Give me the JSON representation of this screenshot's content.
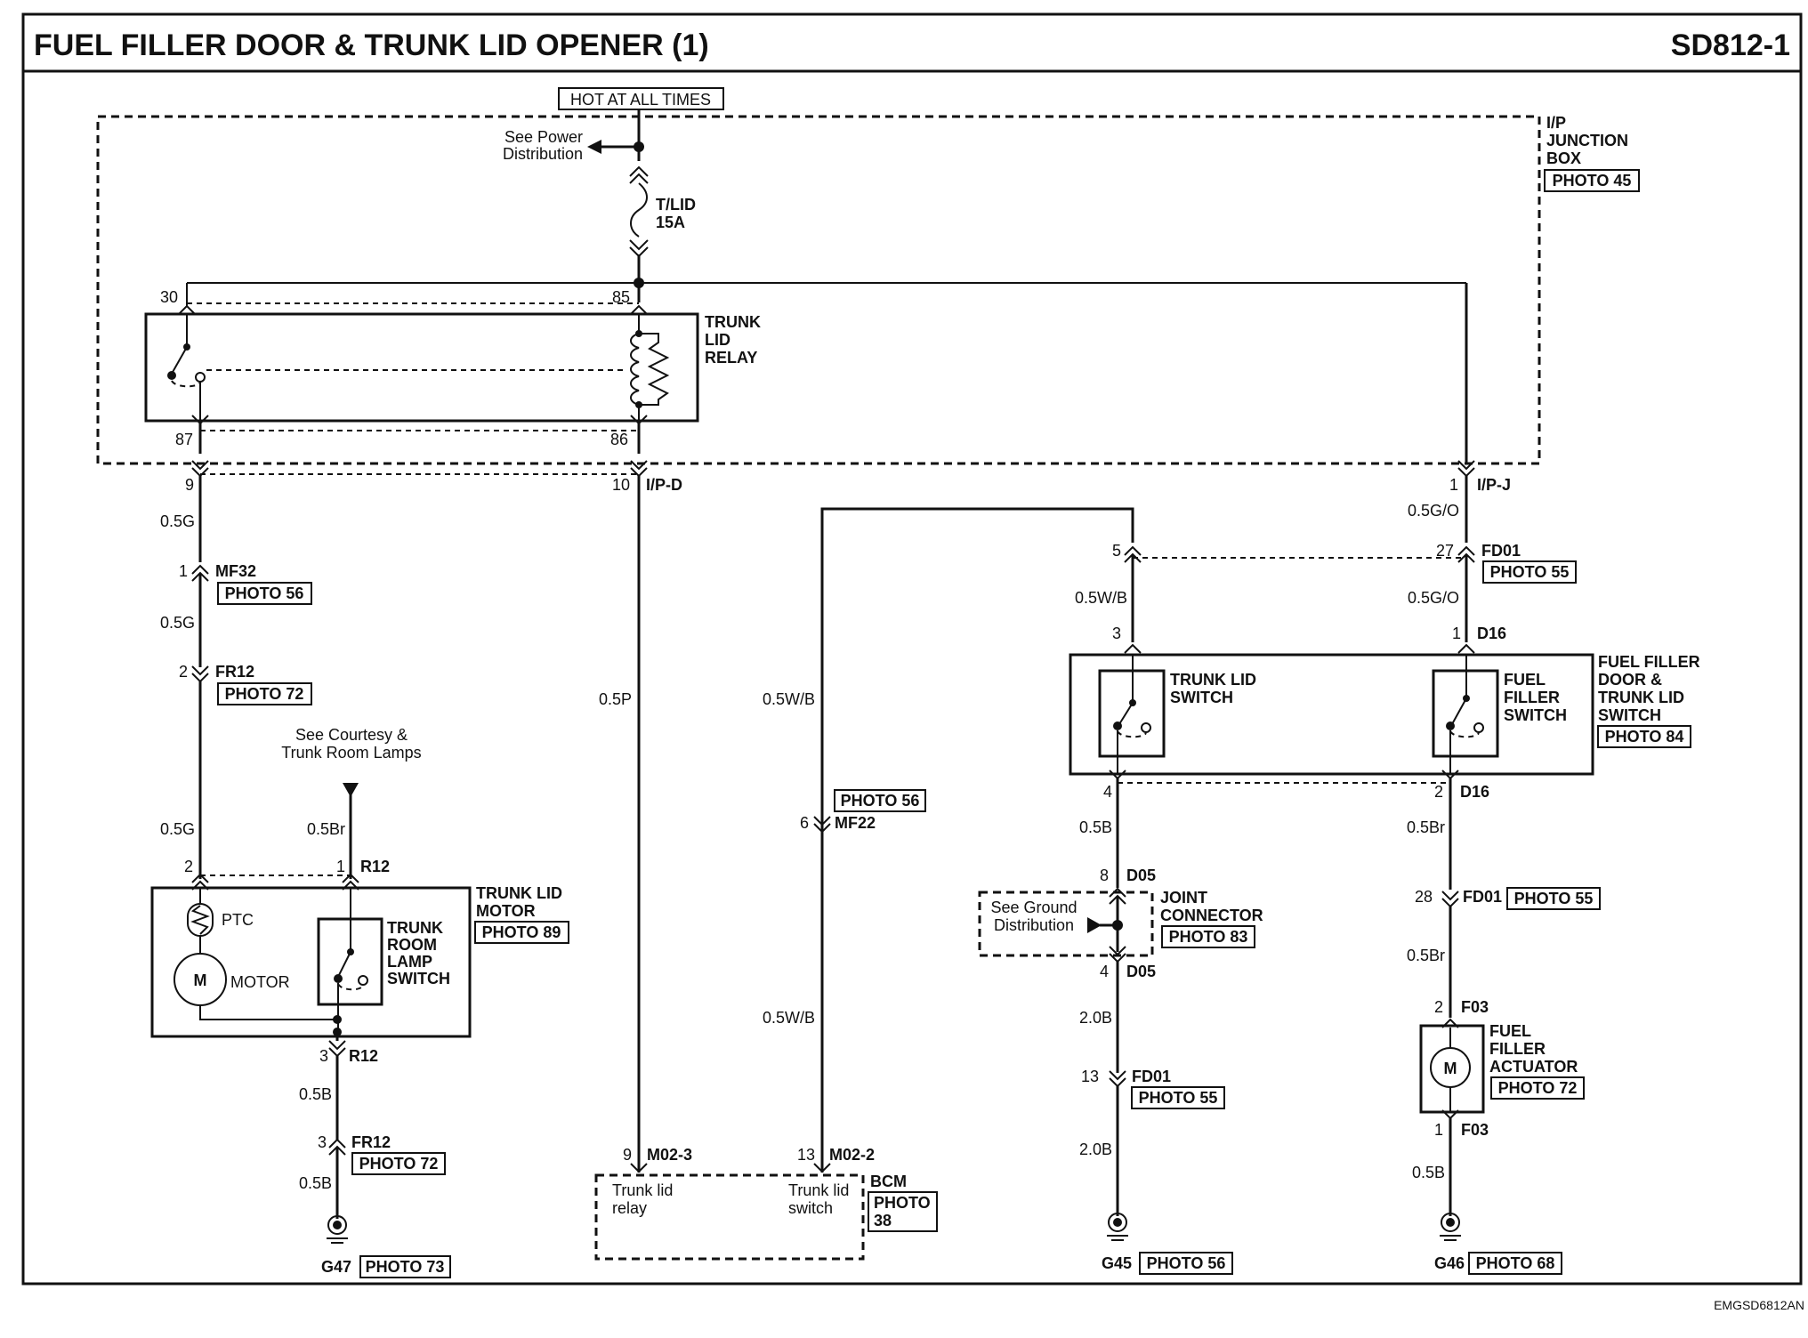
{
  "header": {
    "title": "FUEL FILLER DOOR & TRUNK LID OPENER (1)",
    "page_code": "SD812-1"
  },
  "footer_code": "EMGSD6812AN",
  "top": {
    "hot_at_all_times": "HOT AT ALL TIMES",
    "see_power": [
      "See Power",
      "Distribution"
    ],
    "fuse": [
      "T/LID",
      "15A"
    ]
  },
  "junction_box": {
    "title": [
      "I/P",
      "JUNCTION",
      "BOX"
    ],
    "photo": "PHOTO 45"
  },
  "relay": {
    "title": [
      "TRUNK",
      "LID",
      "RELAY"
    ],
    "pin_30": "30",
    "pin_85": "85",
    "pin_87": "87",
    "pin_86": "86"
  },
  "left_wire": {
    "pin_9": "9",
    "g1": "0.5G",
    "mf32_pin": "1",
    "mf32": "MF32",
    "mf32_photo": "PHOTO 56",
    "g2": "0.5G",
    "fr12_pin": "2",
    "fr12": "FR12",
    "fr12_photo": "PHOTO 72",
    "g3": "0.5G"
  },
  "courtesy": {
    "text": [
      "See Courtesy &",
      "Trunk Room Lamps"
    ],
    "wire": "0.5Br"
  },
  "motor": {
    "pin_2": "2",
    "pin_1": "1",
    "r12_top": "R12",
    "ptc": "PTC",
    "m": "M",
    "motor": "MOTOR",
    "switch": [
      "TRUNK",
      "ROOM",
      "LAMP",
      "SWITCH"
    ],
    "title": [
      "TRUNK LID",
      "MOTOR"
    ],
    "photo": "PHOTO 89",
    "pin_3": "3",
    "r12_bot": "R12",
    "b1": "0.5B",
    "fr12_pin": "3",
    "fr12": "FR12",
    "fr12_photo": "PHOTO 72",
    "b2": "0.5B",
    "ground": "G47",
    "ground_photo": "PHOTO 73"
  },
  "center": {
    "pin_10": "10",
    "ipd": "I/P-D",
    "p": "0.5P",
    "wb1": "0.5W/B",
    "mf22_photo": "PHOTO 56",
    "mf22_pin": "6",
    "mf22": "MF22",
    "wb2": "0.5W/B",
    "m023_pin": "9",
    "m023": "M02-3",
    "m022_pin": "13",
    "m022": "M02-2",
    "bcm_relay": [
      "Trunk lid",
      "relay"
    ],
    "bcm_switch": [
      "Trunk lid",
      "switch"
    ],
    "bcm": "BCM",
    "bcm_photo": [
      "PHOTO",
      "38"
    ]
  },
  "right": {
    "pin_1": "1",
    "ipj": "I/P-J",
    "go1": "0.5G/O",
    "pin_5": "5",
    "fd01_27": "27",
    "fd01": "FD01",
    "fd01_photo": "PHOTO 55",
    "wb": "0.5W/B",
    "go2": "0.5G/O",
    "pin_3": "3",
    "pin_1b": "1",
    "d16": "D16",
    "tl_switch": [
      "TRUNK LID",
      "SWITCH"
    ],
    "ff_switch": [
      "FUEL",
      "FILLER",
      "SWITCH"
    ],
    "switch_title": [
      "FUEL FILLER",
      "DOOR &",
      "TRUNK LID",
      "SWITCH"
    ],
    "switch_photo": "PHOTO 84",
    "pin_4": "4",
    "pin_2": "2",
    "d16b": "D16",
    "b1": "0.5B",
    "br1": "0.5Br",
    "d05_pin8": "8",
    "d05a": "D05",
    "ground_dist": [
      "See Ground",
      "Distribution"
    ],
    "joint": [
      "JOINT",
      "CONNECTOR"
    ],
    "joint_photo": "PHOTO 83",
    "d05_pin4": "4",
    "d05b": "D05",
    "fd01_28": "28",
    "fd01b": "FD01",
    "fd01b_photo": "PHOTO 55",
    "br2": "0.5Br",
    "b20a": "2.0B",
    "f03_pin2": "2",
    "f03a": "F03",
    "actuator": [
      "FUEL",
      "FILLER",
      "ACTUATOR"
    ],
    "actuator_photo": "PHOTO 72",
    "m": "M",
    "fd01_13": "13",
    "fd01c": "FD01",
    "fd01c_photo": "PHOTO 55",
    "f03_pin1": "1",
    "f03b": "F03",
    "b20b": "2.0B",
    "b05": "0.5B",
    "g45": "G45",
    "g45_photo": "PHOTO 56",
    "g46": "G46",
    "g46_photo": "PHOTO 68"
  }
}
